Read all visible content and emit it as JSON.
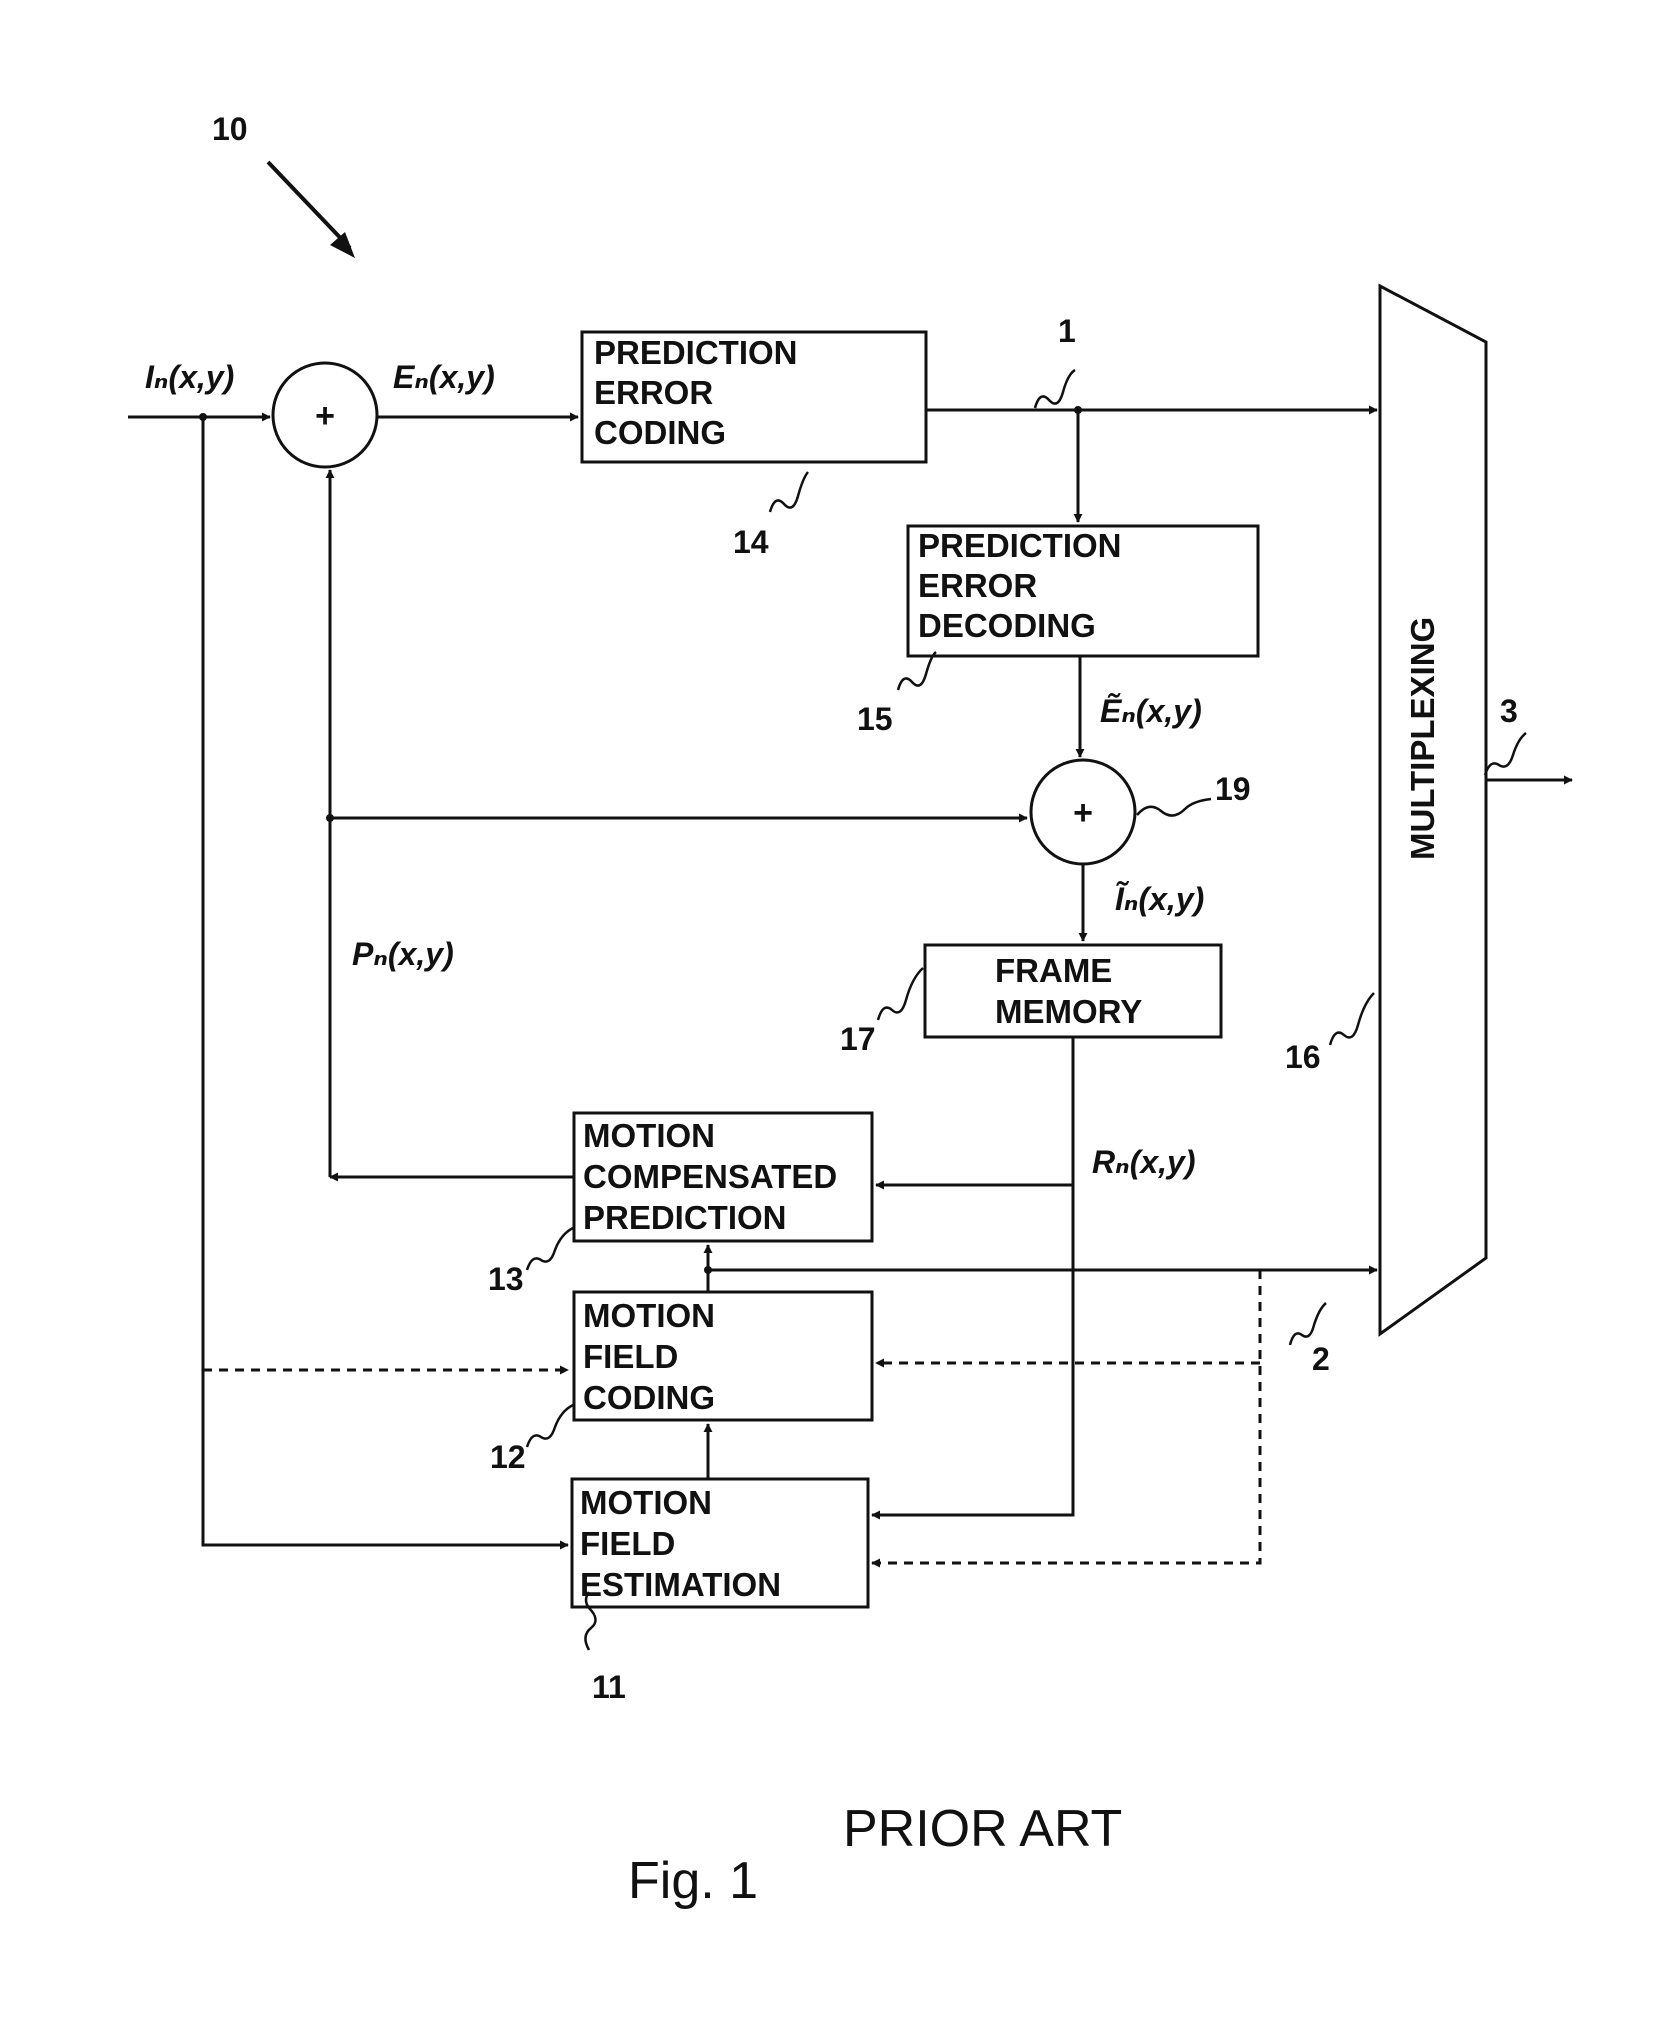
{
  "figure": {
    "reference": "10",
    "caption": "Fig. 1",
    "prior_art": "PRIOR ART"
  },
  "blocks": {
    "prediction_error_coding": {
      "lines": [
        "PREDICTION",
        "ERROR",
        "CODING"
      ],
      "ref": "14"
    },
    "prediction_error_decoding": {
      "lines": [
        "PREDICTION",
        "ERROR",
        "DECODING"
      ],
      "ref": "15"
    },
    "frame_memory": {
      "lines": [
        "FRAME",
        "MEMORY"
      ],
      "ref": "17"
    },
    "motion_compensated_prediction": {
      "lines": [
        "MOTION",
        "COMPENSATED",
        "PREDICTION"
      ],
      "ref": "13"
    },
    "motion_field_coding": {
      "lines": [
        "MOTION",
        "FIELD",
        "CODING"
      ],
      "ref": "12"
    },
    "motion_field_estimation": {
      "lines": [
        "MOTION",
        "FIELD",
        "ESTIMATION"
      ],
      "ref": "11"
    },
    "multiplexing": {
      "label": "MULTIPLEXING",
      "ref": "16"
    }
  },
  "summers": {
    "input_summer": {
      "symbol": "+"
    },
    "reconstruction_summer": {
      "symbol": "+",
      "ref": "19"
    }
  },
  "signals": {
    "input": "Iₙ(x,y)",
    "prediction_error": "Eₙ(x,y)",
    "decoded_error": "Ẽₙ(x,y)",
    "reconstructed": "Ĩₙ(x,y)",
    "prediction": "Pₙ(x,y)",
    "reference_frame": "Rₙ(x,y)"
  },
  "connections": {
    "coded_error": "1",
    "motion_data": "2",
    "output": "3"
  }
}
